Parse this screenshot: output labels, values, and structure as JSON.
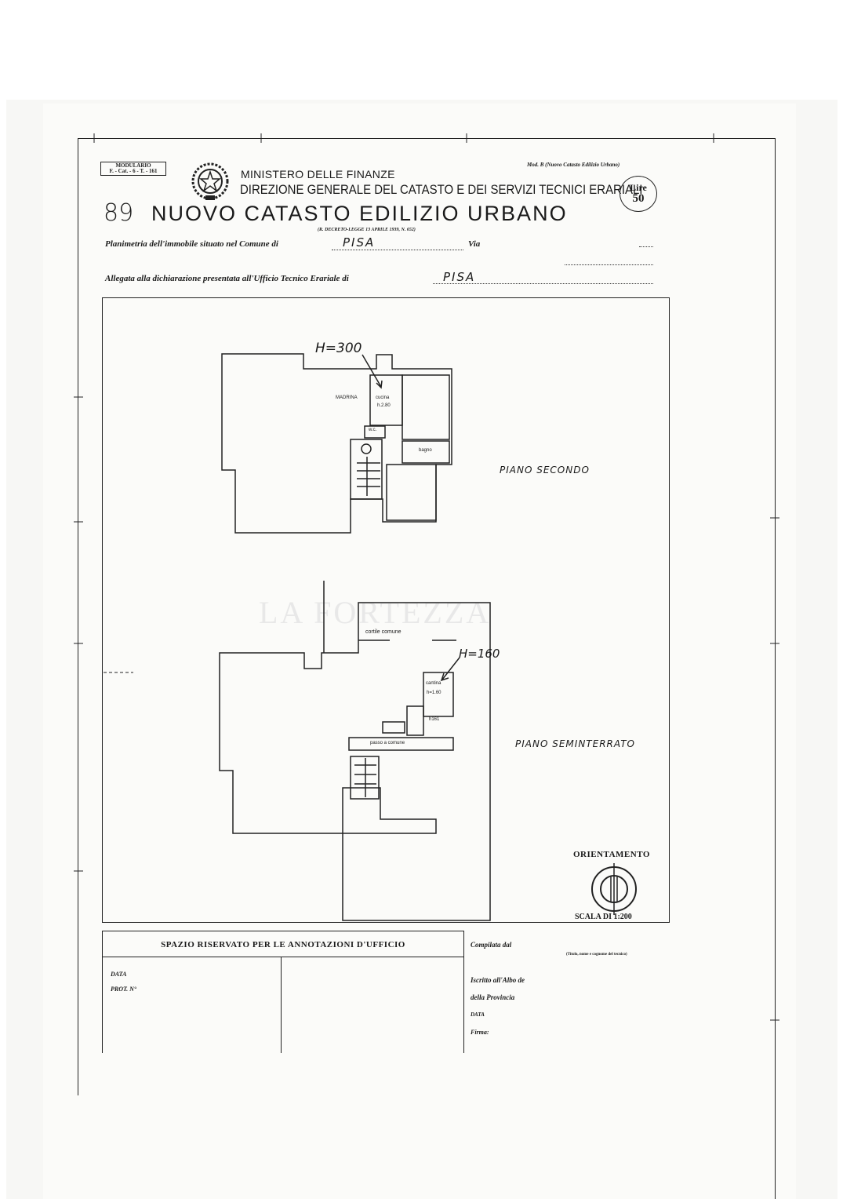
{
  "header": {
    "modulario": "MODULARIO\nF. - Cat. - 6 - T. - 161",
    "ministero": "MINISTERO DELLE FINANZE",
    "direzione": "DIREZIONE GENERALE DEL CATASTO E DEI SERVIZI TECNICI ERARIALI",
    "mod_b": "Mod. B (Nuovo Catasto Edilizio Urbano)",
    "lire_label": "Lire",
    "lire_value": "50",
    "number": "89",
    "title": "NUOVO CATASTO EDILIZIO URBANO",
    "decreto": "(R. DECRETO-LEGGE 13 APRILE 1939, N. 652)"
  },
  "fields": {
    "planimetria_label": "Planimetria dell'immobile situato nel Comune di",
    "comune_value": "PISA",
    "via_label": "Via",
    "allegata_label": "Allegata alla dichiarazione presentata all'Ufficio Tecnico Erariale di",
    "ufficio_value": "PISA"
  },
  "plan": {
    "h_top": "H=300",
    "madrina": "MADRINA",
    "cucina_top": "cucina",
    "cucina_top_h": "h.2.80",
    "wc": "w.c.",
    "bagno": "bagno",
    "piano_secondo": "PIANO SECONDO",
    "cortile": "cortile comune",
    "h_bottom": "H=160",
    "cantina": "cantina",
    "cantina_h": "h=1.60",
    "h_small": "h161",
    "passo": "passo a comune",
    "piano_semi": "PIANO SEMINTERRATO",
    "watermark": "LA FORTEZZA"
  },
  "orientation": {
    "label": "ORIENTAMENTO",
    "scale": "SCALA DI 1:200"
  },
  "annotations": {
    "title": "SPAZIO RISERVATO PER LE ANNOTAZIONI D'UFFICIO",
    "data": "DATA",
    "prot": "PROT. N°"
  },
  "compiler": {
    "compilata": "Compilata dal",
    "compilata_note": "(Titolo, nome e cognome del tecnico)",
    "iscritto": "Iscritto all'Albo de",
    "provincia": "della Provincia",
    "data": "DATA",
    "firma": "Firma:"
  }
}
